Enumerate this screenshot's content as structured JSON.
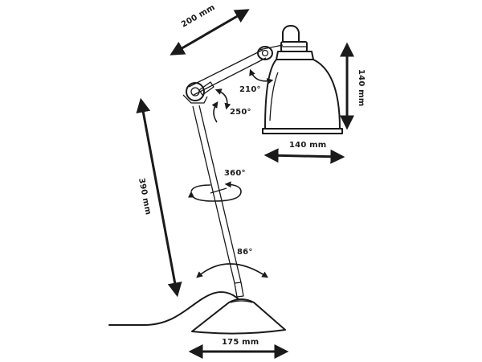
{
  "dimensions": {
    "arm_length": "200 mm",
    "shade_height": "140 mm",
    "shade_width": "140 mm",
    "lamp_height": "390 mm",
    "base_width": "175 mm"
  },
  "rotations": {
    "shade_angle": "210°",
    "elbow_angle": "250°",
    "swivel_angle": "360°",
    "base_tilt_angle": "86°"
  },
  "colors": {
    "line": "#1a1a1a",
    "background": "#ffffff"
  }
}
